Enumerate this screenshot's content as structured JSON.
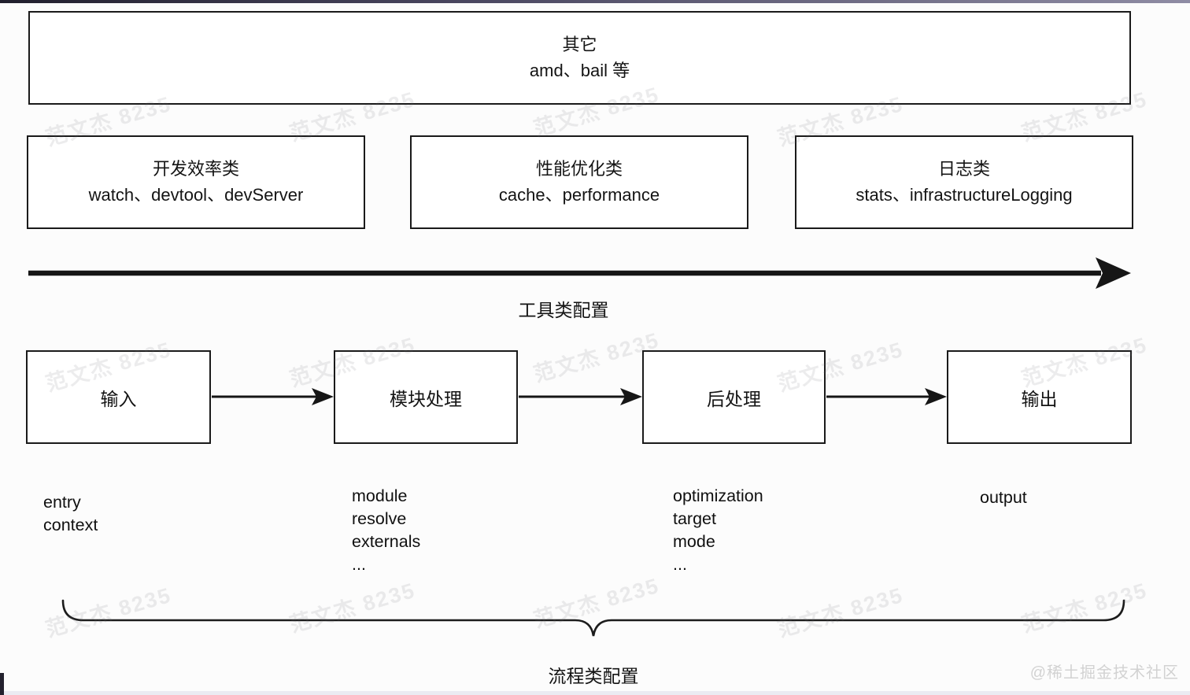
{
  "top_box": {
    "line1": "其它",
    "line2": "amd、bail 等"
  },
  "category_boxes": [
    {
      "line1": "开发效率类",
      "line2": "watch、devtool、devServer"
    },
    {
      "line1": "性能优化类",
      "line2": "cache、performance"
    },
    {
      "line1": "日志类",
      "line2": "stats、infrastructureLogging"
    }
  ],
  "tool_axis": {
    "label": "工具类配置"
  },
  "flow": {
    "stages": [
      {
        "label": "输入",
        "items": [
          "entry",
          "context"
        ]
      },
      {
        "label": "模块处理",
        "items": [
          "module",
          "resolve",
          "externals",
          "..."
        ]
      },
      {
        "label": "后处理",
        "items": [
          "optimization",
          "target",
          "mode",
          "..."
        ]
      },
      {
        "label": "输出",
        "items": [
          "output"
        ]
      }
    ],
    "brace_label": "流程类配置"
  },
  "watermark": {
    "text": "范文杰 8235"
  },
  "brand": {
    "text": "@稀土掘金技术社区"
  },
  "colors": {
    "border": "#1a1a1a",
    "background": "#fcfcfc",
    "stroke": "#161616",
    "brand_text": "#d2d2d2"
  }
}
